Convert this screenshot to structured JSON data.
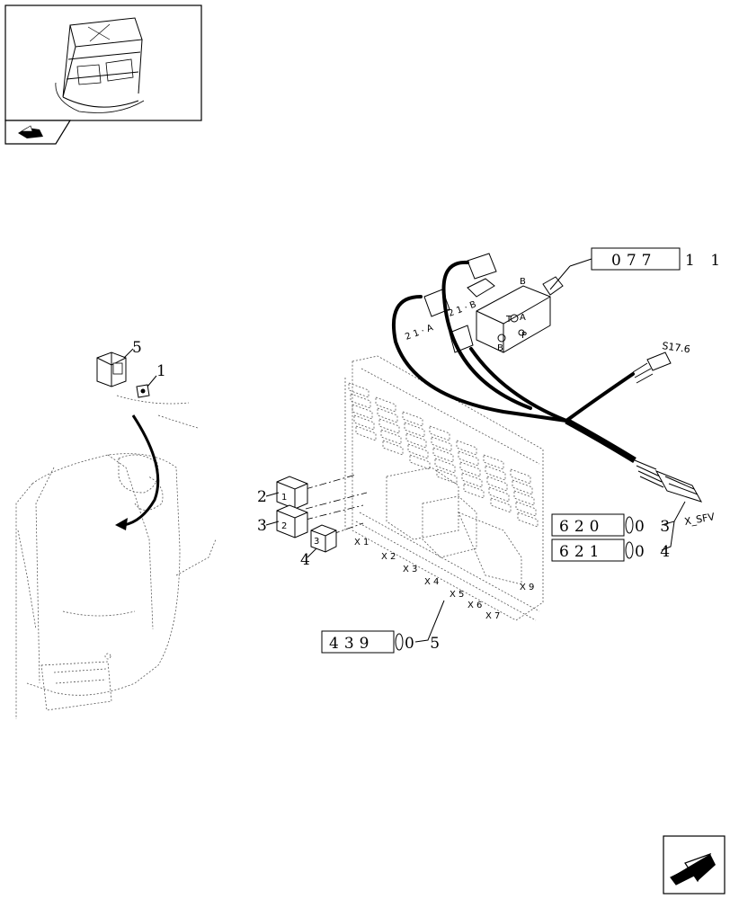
{
  "callouts": {
    "item_1": "1",
    "item_2": "2",
    "item_3": "3",
    "item_4": "4",
    "item_5": "5"
  },
  "reference_boxes": [
    {
      "code": "077",
      "suffix": "1 1"
    },
    {
      "code": "620",
      "suffix": "0 3"
    },
    {
      "code": "621",
      "suffix": "0 4"
    },
    {
      "code": "439",
      "suffix": "0 5"
    }
  ],
  "connector_labels": {
    "s17_6": "S17.6",
    "x_sfv": "X_SFV"
  },
  "fusebox_labels": [
    "X 1",
    "X 2",
    "X 3",
    "X 4",
    "X 5",
    "X 6",
    "X 7",
    "X 9"
  ],
  "valve_labels": {
    "port_a": "A",
    "port_b": "B",
    "port_p": "P",
    "port_t": "T",
    "code_21a": "2 1 · A",
    "code_21b": "2 1 · B"
  },
  "relay_marks": {
    "r1": "1",
    "r2": "2",
    "r3": "3"
  },
  "icons": {
    "thumbnail": "cab-overview-thumbnail",
    "section": "section-tab-icon",
    "nav": "next-page-arrow-icon"
  }
}
